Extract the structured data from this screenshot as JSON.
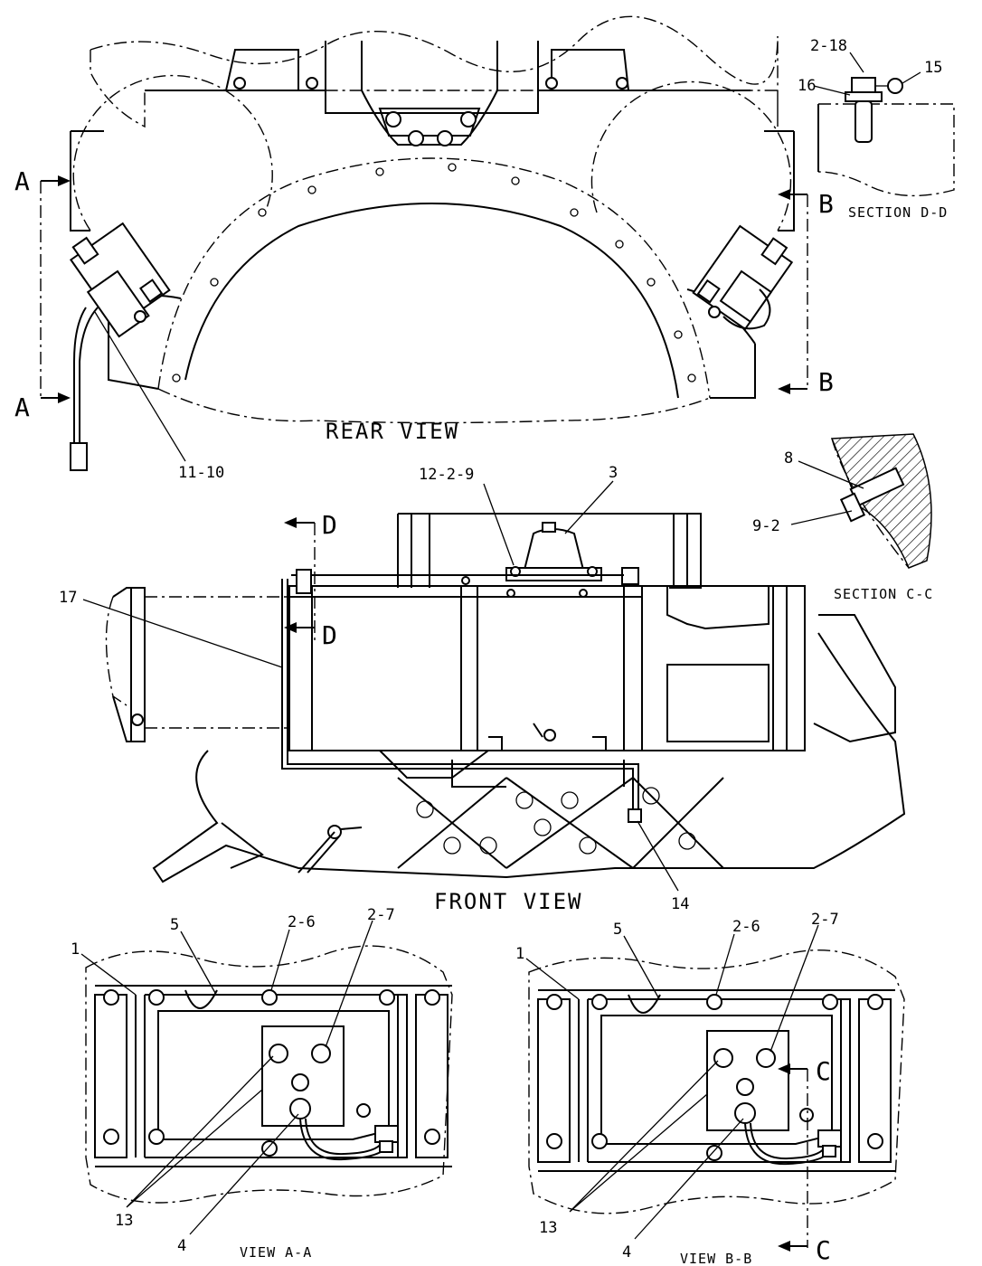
{
  "views": {
    "rear_view_title": "REAR VIEW",
    "front_view_title": "FRONT VIEW",
    "view_aa_title": "VIEW A-A",
    "view_bb_title": "VIEW B-B",
    "section_dd_title": "SECTION D-D",
    "section_cc_title": "SECTION C-C"
  },
  "section_markers": {
    "a_top": "A",
    "a_bottom": "A",
    "b_top": "B",
    "b_bottom": "B",
    "c_top": "C",
    "c_bottom": "C",
    "d_top": "D",
    "d_bottom": "D"
  },
  "callouts": {
    "rear_11_10": "11-10",
    "dd_2_18": "2-18",
    "dd_15": "15",
    "dd_16": "16",
    "front_12_2_9": "12-2-9",
    "front_3": "3",
    "front_17": "17",
    "front_14": "14",
    "cc_8": "8",
    "cc_9_2": "9-2",
    "aa_1": "1",
    "aa_5": "5",
    "aa_2_6": "2-6",
    "aa_2_7": "2-7",
    "aa_13": "13",
    "aa_4": "4",
    "bb_1": "1",
    "bb_5": "5",
    "bb_2_6": "2-6",
    "bb_2_7": "2-7",
    "bb_13": "13",
    "bb_4": "4"
  }
}
